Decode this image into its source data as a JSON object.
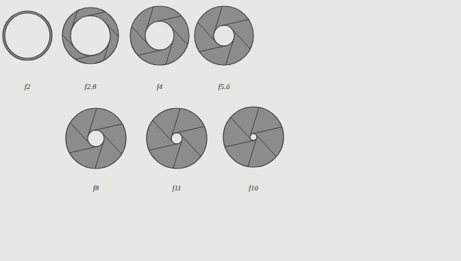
{
  "diagram": {
    "labels": [
      "f2",
      "f2.8",
      "f4",
      "f5.6",
      "f8",
      "f11",
      "f16"
    ]
  }
}
